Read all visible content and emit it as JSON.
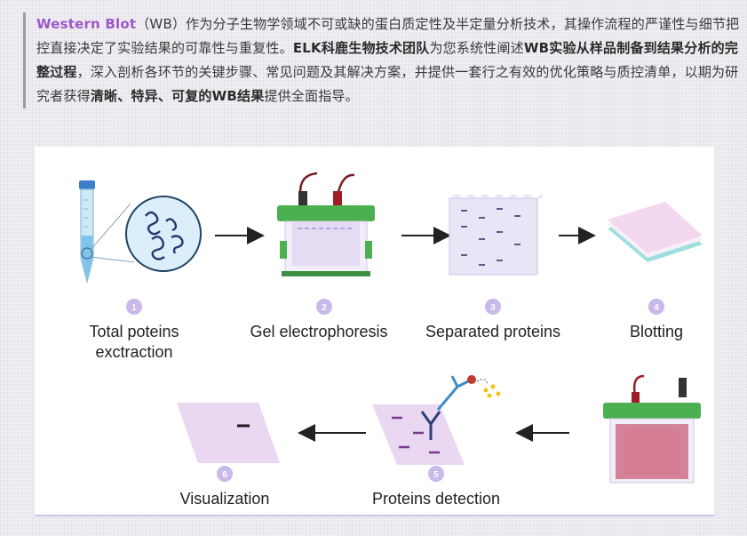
{
  "intro": {
    "brand": "Western Blot",
    "p1": "（WB）作为分子生物学领域不可或缺的蛋白质定性及半定量分析技术，其操作流程的严谨性与细节把控直接决定了实验结果的可靠性与重复性。",
    "b1": "ELK科鹿生物技术团队",
    "p2": "为您系统性阐述",
    "b2": "WB实验从样品制备到结果分析的完整过程",
    "p3": "，深入剖析各环节的关键步骤、常见问题及其解决方案，并提供一套行之有效的优化策略与质控清单，以期为研究者获得",
    "b3": "清晰、特异、可复的WB结果",
    "p4": "提供全面指导。"
  },
  "steps": [
    {
      "num": "1",
      "line1": "Total poteins",
      "line2": "exctraction"
    },
    {
      "num": "2",
      "line1": "Gel electrophoresis",
      "line2": ""
    },
    {
      "num": "3",
      "line1": "Separated proteins",
      "line2": ""
    },
    {
      "num": "4",
      "line1": "Blotting",
      "line2": ""
    },
    {
      "num": "5",
      "line1": "Proteins detection",
      "line2": ""
    },
    {
      "num": "6",
      "line1": "Visualization",
      "line2": ""
    }
  ],
  "colors": {
    "brand": "#9b59c8",
    "badge": "#c9b8ea",
    "gel_green": "#4caf50",
    "membrane_pink": "#f3d7ee"
  }
}
